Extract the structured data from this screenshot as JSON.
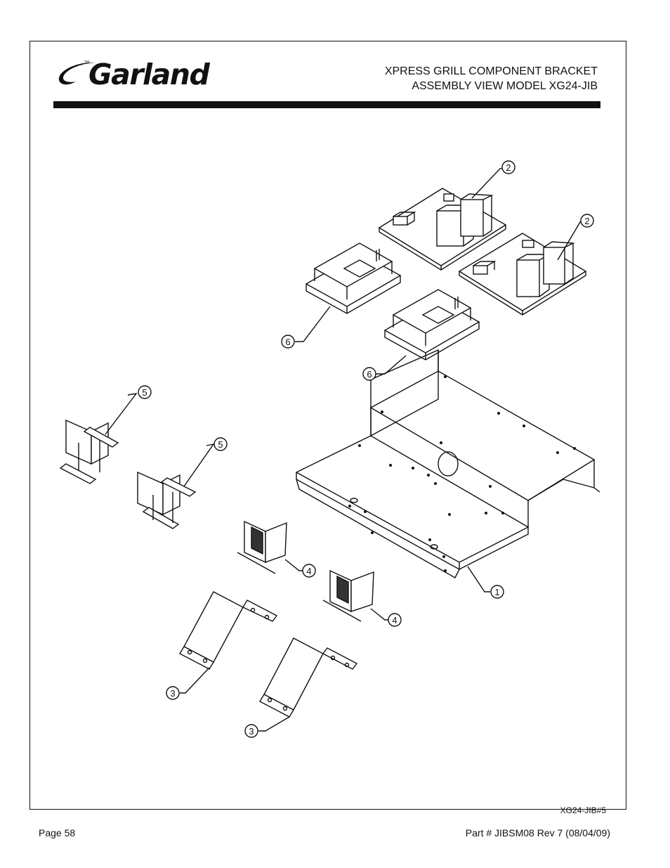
{
  "header": {
    "brand": "Garland",
    "title_line1": "XPRESS GRILL COMPONENT BRACKET",
    "title_line2": "ASSEMBLY VIEW MODEL XG24-JIB"
  },
  "drawing": {
    "id": "XG24-JIB#5",
    "callouts": [
      "1",
      "2",
      "2",
      "3",
      "3",
      "4",
      "4",
      "5",
      "5",
      "6",
      "6"
    ]
  },
  "footer": {
    "page": "Page 58",
    "part": "Part # JIBSM08 Rev 7 (08/04/09)"
  }
}
